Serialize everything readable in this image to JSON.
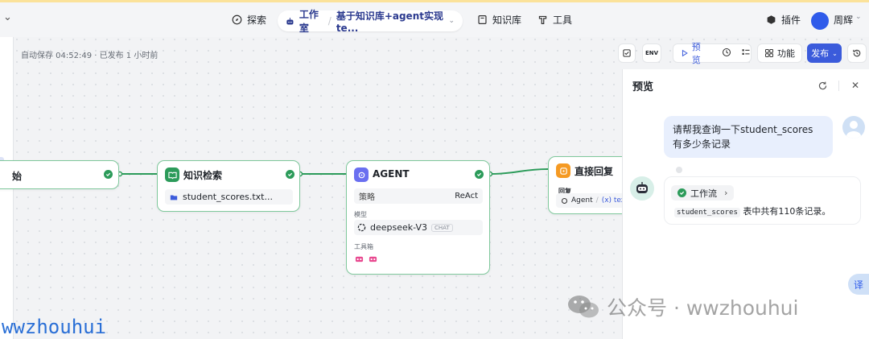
{
  "topbar": {
    "left_chevron": "⌄",
    "nav": {
      "explore": "探索",
      "studio": "工作室",
      "project_name": "基于知识库+agent实现te...",
      "knowledge": "知识库",
      "tools": "工具"
    },
    "plugin_label": "插件",
    "user_name": "周辉"
  },
  "toolbar": {
    "autosave": "自动保存 04:52:49 · 已发布 1 小时前",
    "env_label": "ENV",
    "preview_label": "预览",
    "features_label": "功能",
    "publish_label": "发布"
  },
  "nodes": {
    "start": {
      "title": "始"
    },
    "knowledge": {
      "title": "知识检索",
      "file": "student_scores.txt..."
    },
    "agent": {
      "title": "AGENT",
      "strategy_label": "策略",
      "strategy_value": "ReAct",
      "model_label": "模型",
      "model_name": "deepseek-V3",
      "model_tag": "CHAT",
      "toolbox_label": "工具箱"
    },
    "answer": {
      "title": "直接回复",
      "reply_label": "回复",
      "ref_agent": "Agent",
      "ref_sep": "/",
      "ref_var": "(x) text"
    }
  },
  "preview": {
    "title": "预览",
    "user_message": "请帮我查询一下student_scores 有多少条记录",
    "workflow_chip": "工作流",
    "answer_code": "student_scores",
    "answer_text": "表中共有110条记录。",
    "translate": "译"
  },
  "watermarks": {
    "center": "公众号 · wwzhouhui",
    "left": "wwzhouhui"
  },
  "colors": {
    "accent": "#3b5bdb",
    "success": "#2c9b5a",
    "node_border": "#7fc89c",
    "knowledge_icon": "#2c9b5a",
    "agent_icon": "#6a6ff0",
    "answer_icon": "#f59a23",
    "tool_icon": "#e8488f"
  }
}
